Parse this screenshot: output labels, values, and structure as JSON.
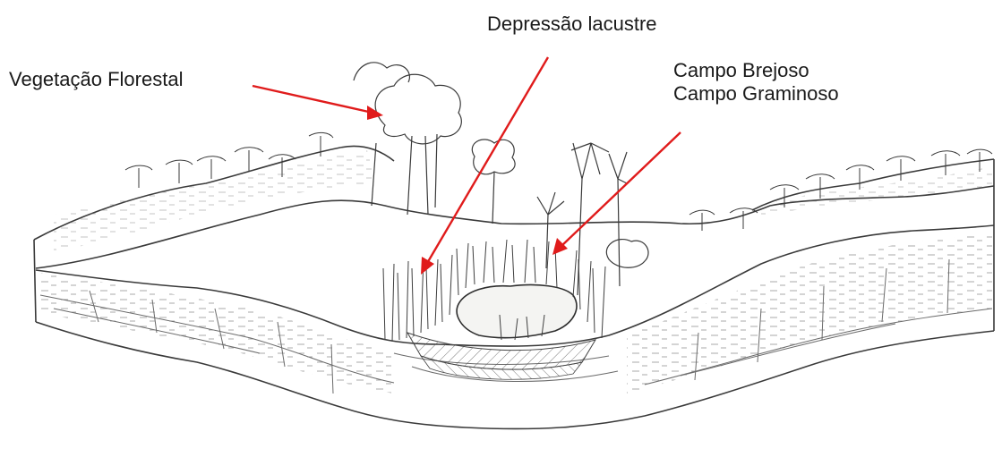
{
  "labels": {
    "depressao": "Depressão lacustre",
    "vegetacao": "Vegetação Florestal",
    "campo_brejoso": "Campo Brejoso",
    "campo_graminoso": "Campo Graminoso"
  },
  "colors": {
    "arrow": "#e01b1b",
    "ink": "#3a3a3a",
    "water": "#f4f4f2"
  }
}
